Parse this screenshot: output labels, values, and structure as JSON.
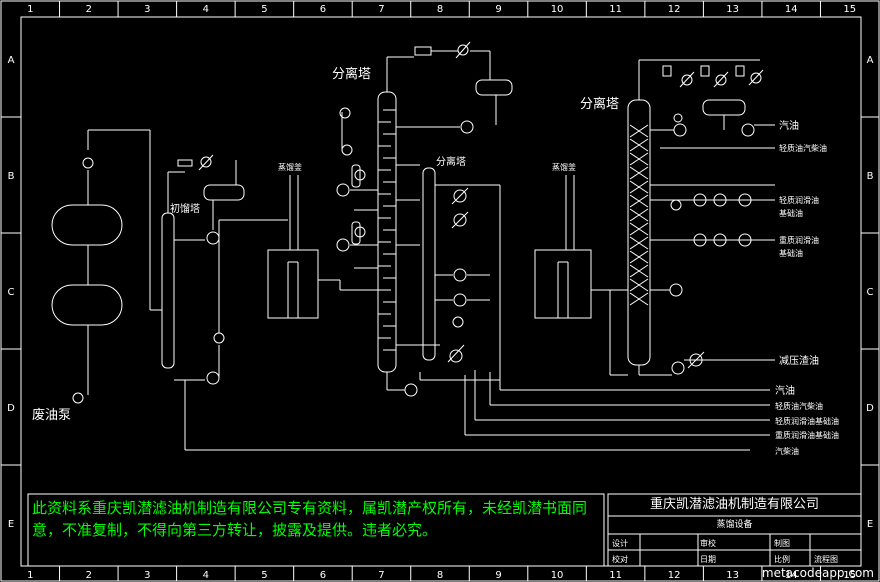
{
  "border": {
    "columns": [
      "1",
      "2",
      "3",
      "4",
      "5",
      "6",
      "7",
      "8",
      "9",
      "10",
      "11",
      "12",
      "13",
      "14",
      "15"
    ],
    "rows": [
      "A",
      "B",
      "C",
      "D",
      "E"
    ]
  },
  "labels": {
    "separation_tower_main": "分离塔",
    "separation_tower_mid": "分离塔",
    "separation_tower_right": "分离塔",
    "initial_tower": "初馏塔",
    "furnace_left": "蒸馏釜",
    "furnace_right": "蒸馏釜",
    "feed_pump": "废油泵"
  },
  "right_products": [
    "汽油",
    "轻质油汽柴油",
    "轻质润滑油",
    "基础油",
    "重质润滑油",
    "基础油",
    "减压渣油"
  ],
  "bottom_products": [
    "汽油",
    "轻质油汽柴油",
    "轻质润滑油基础油",
    "重质润滑油基础油",
    "汽柴油"
  ],
  "notice": "此资料系重庆凯潜滤油机制造有限公司专有资料，属凯潜产权所有，未经凯潜书面同意，不准复制，不得向第三方转让，披露及提供。违者必究。",
  "title_block": {
    "company": "重庆凯潜滤油机制造有限公司",
    "drawing_name": "蒸馏设备",
    "cells": [
      "设计",
      "审校",
      "制图",
      "校对",
      "日期",
      "比例",
      "流程图"
    ]
  },
  "watermark": "metacodeapp.com",
  "colors": {
    "background": "#000000",
    "lines": "#ffffff",
    "notice_text": "#00ff00"
  }
}
